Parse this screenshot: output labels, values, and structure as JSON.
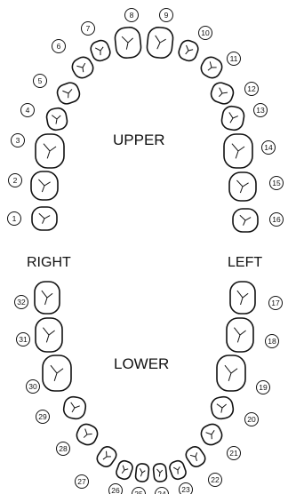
{
  "labels": {
    "upper": "UPPER",
    "lower": "LOWER",
    "right": "RIGHT",
    "left": "LEFT"
  },
  "teeth": [
    "1",
    "2",
    "3",
    "4",
    "5",
    "6",
    "7",
    "8",
    "9",
    "10",
    "11",
    "12",
    "13",
    "14",
    "15",
    "16",
    "17",
    "18",
    "19",
    "20",
    "21",
    "22",
    "23",
    "24",
    "25",
    "26",
    "27",
    "28",
    "29",
    "30",
    "31",
    "32"
  ],
  "colors": {
    "stroke": "#111111",
    "background": "#ffffff"
  }
}
